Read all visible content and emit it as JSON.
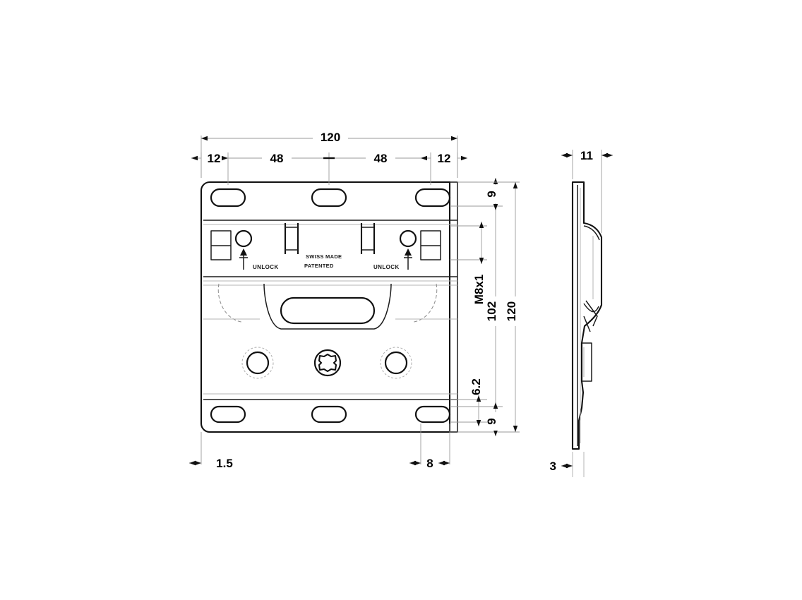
{
  "drawing": {
    "background_color": "#ffffff",
    "line_color": "#111111",
    "dim_line_color": "#9a9a9a",
    "views": {
      "front": {
        "name": "front-view",
        "label": ""
      },
      "side": {
        "name": "side-view",
        "label": ""
      }
    },
    "dimensions": {
      "overall_width": "120",
      "edge_left": "12",
      "span_left": "48",
      "span_right": "48",
      "edge_right": "12",
      "top_offset": "9",
      "thread": "M8x1",
      "inner_height": "102",
      "overall_height": "120",
      "lower_offset": "6.2",
      "bottom_offset": "9",
      "plate_thickness_left": "1.5",
      "plate_thickness_right": "8",
      "side_depth": "11",
      "side_thickness": "3"
    },
    "markings": {
      "unlock_left": "UNLOCK",
      "unlock_right": "UNLOCK",
      "brand": "SWISS MADE",
      "patent": "PATENTED"
    },
    "icons": {
      "center_fastener": "torx-star-screw-icon",
      "arrow_up_left": "unlock-arrow-up-icon",
      "arrow_up_right": "unlock-arrow-up-icon"
    }
  }
}
